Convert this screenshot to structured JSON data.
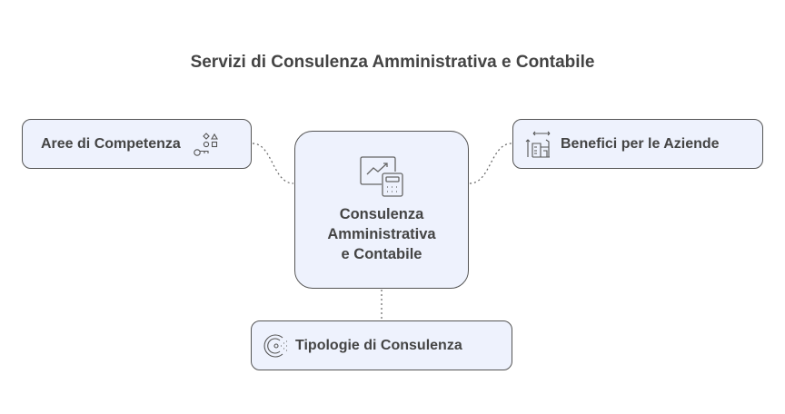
{
  "title": "Servizi di Consulenza Amministrativa e Contabile",
  "center": {
    "lines": [
      "Consulenza",
      "Amministrativa",
      "e Contabile"
    ],
    "icon": "chart-calculator-icon"
  },
  "nodes": {
    "left": {
      "label": "Aree di Competenza",
      "icon": "shapes-key-icon"
    },
    "right": {
      "label": "Benefici per le Aziende",
      "icon": "building-growth-icon"
    },
    "bottom": {
      "label": "Tipologie di Consulenza",
      "icon": "consul-icon"
    }
  }
}
